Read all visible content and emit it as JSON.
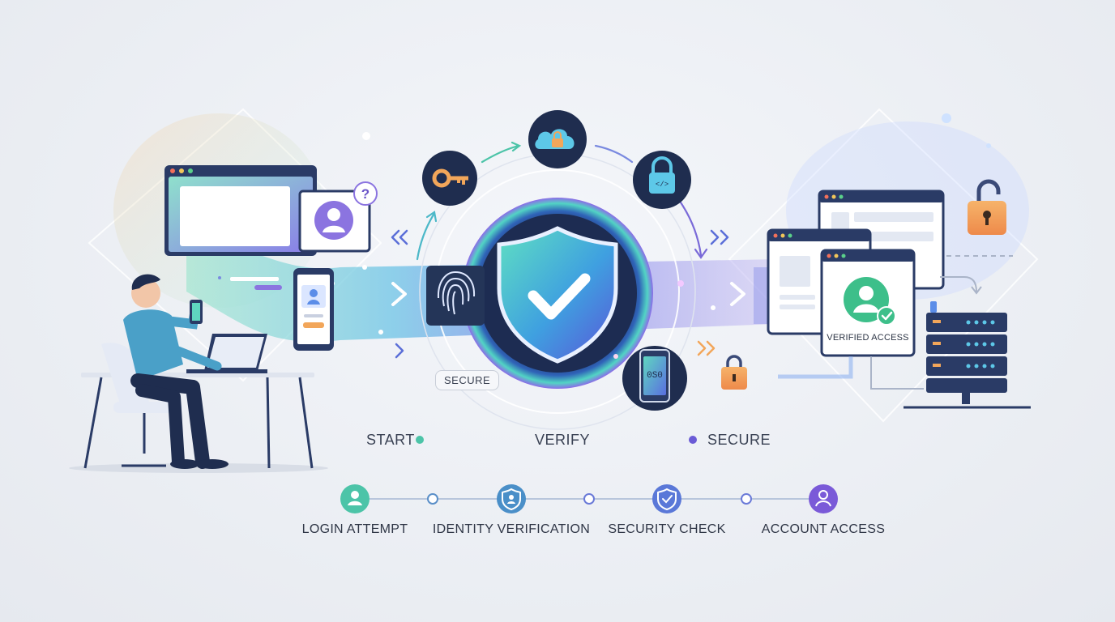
{
  "labels": {
    "secure_tag": "SECURE",
    "verified_access": "VERIFIED ACCESS",
    "phone_code": "0S0"
  },
  "stages": [
    {
      "label": "START"
    },
    {
      "label": "VERIFY"
    },
    {
      "label": "SECURE"
    }
  ],
  "steps": [
    {
      "label": "LOGIN ATTEMPT",
      "icon": "user-icon"
    },
    {
      "label": "IDENTITY VERIFICATION",
      "icon": "id-shield-icon"
    },
    {
      "label": "SECURITY CHECK",
      "icon": "shield-check-icon"
    },
    {
      "label": "ACCOUNT ACCESS",
      "icon": "user-icon"
    }
  ],
  "colors": {
    "navy": "#283a62",
    "teal": "#4cc4a8",
    "blue": "#5b8de8",
    "purple": "#7a5ad8",
    "orange": "#f2a65a",
    "green": "#3dbf8a"
  }
}
